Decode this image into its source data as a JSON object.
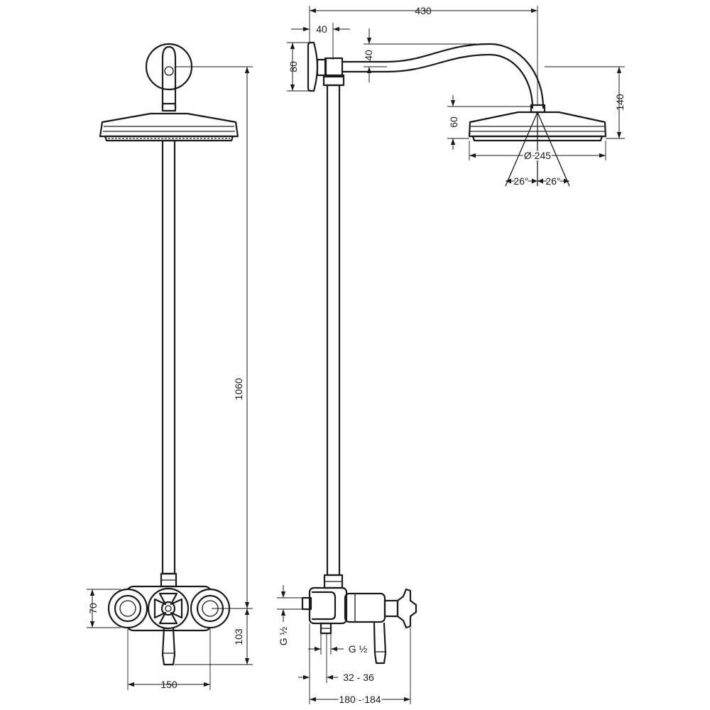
{
  "dimensions": {
    "total_projection": "430",
    "wall_plate_depth": "40",
    "arm_rise": "40",
    "wall_plate_height": "80",
    "head_height": "140",
    "head_thickness": "60",
    "head_diameter": "Ø 245",
    "spray_angle_left": "26°",
    "spray_angle_right": "26°",
    "riser_length": "1060",
    "valve_height": "70",
    "valve_to_outlet": "103",
    "inlet_centres": "150",
    "inlet_thread_vertical": "G ½",
    "inlet_thread_horizontal": "G ½",
    "wall_offset": "32 - 36",
    "valve_projection": "180 - 184"
  },
  "colors": {
    "line": "#1a1a1a",
    "background": "#ffffff"
  }
}
